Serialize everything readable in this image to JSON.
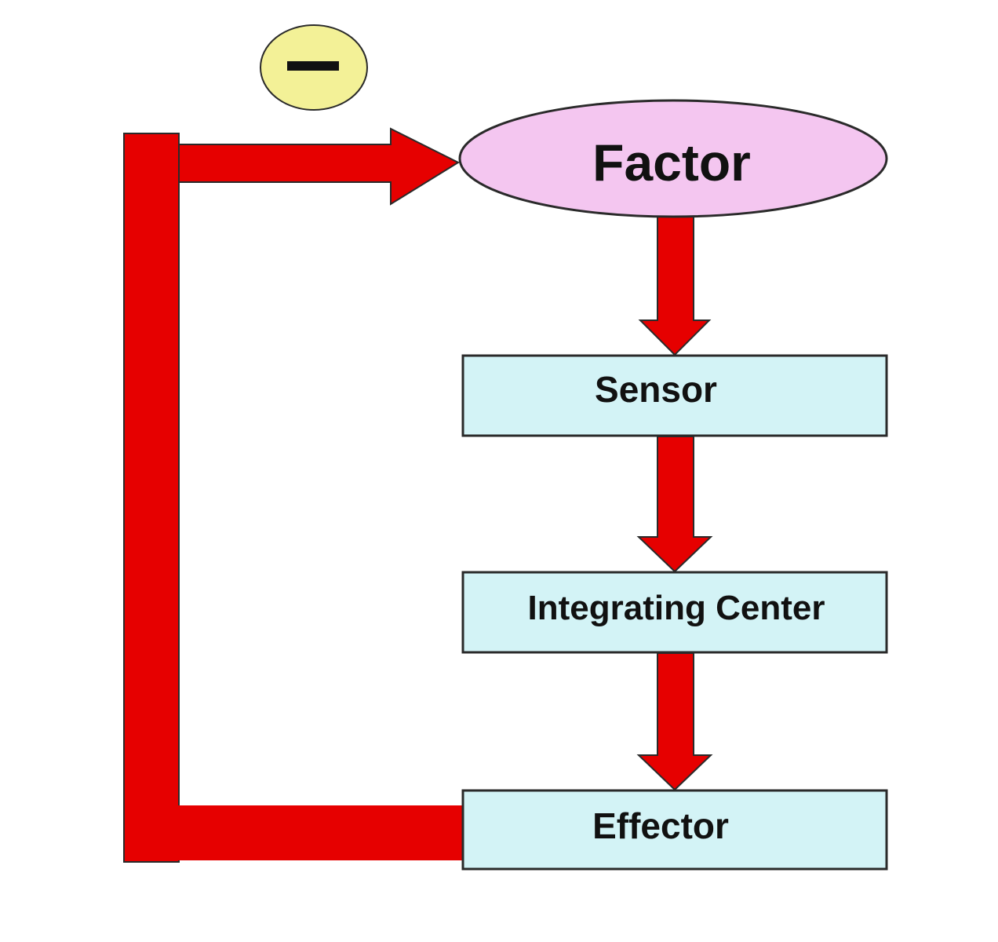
{
  "diagram": {
    "title": "",
    "feedback_sign": "−",
    "nodes": {
      "factor": {
        "label": "Factor"
      },
      "sensor": {
        "label": "Sensor"
      },
      "integrating_center": {
        "label": "Integrating Center"
      },
      "effector": {
        "label": "Effector"
      }
    },
    "colors": {
      "arrow": "#e60000",
      "ellipse_fill": "#f4c6f0",
      "box_fill": "#d3f3f6",
      "sign_fill": "#f3f197",
      "stroke": "#2a2a2a"
    }
  }
}
